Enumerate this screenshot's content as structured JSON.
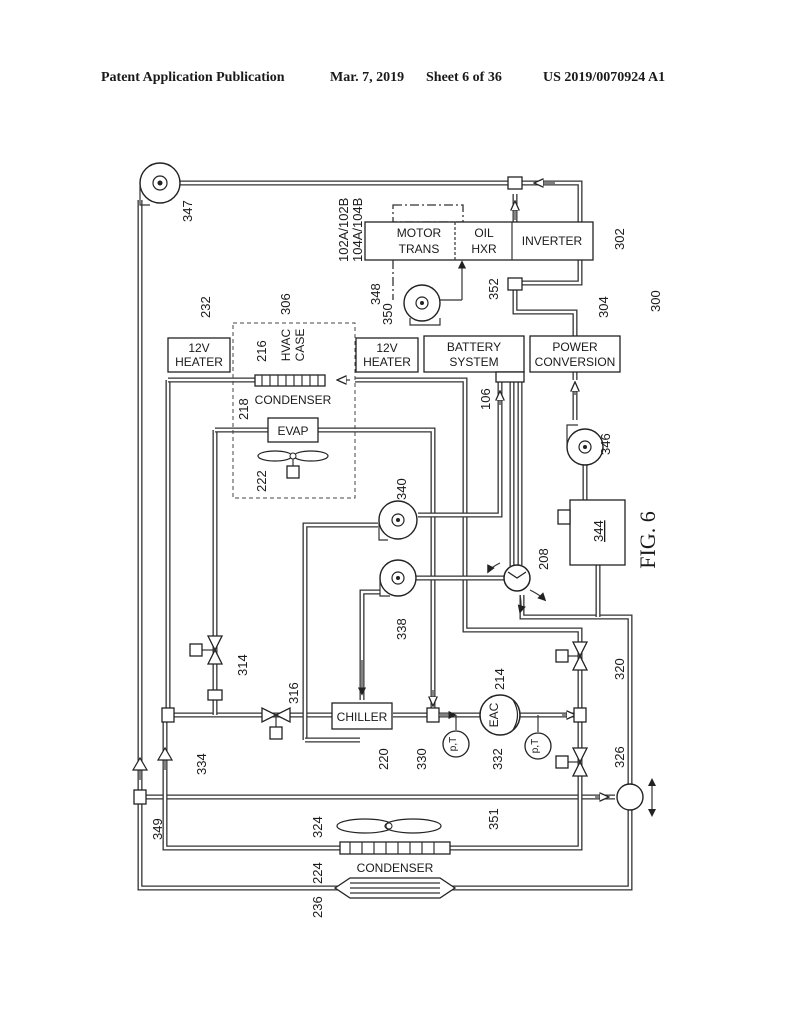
{
  "header": {
    "publication": "Patent Application Publication",
    "date": "Mar. 7, 2019",
    "sheet": "Sheet 6 of 36",
    "number": "US 2019/0070924 A1"
  },
  "figure": {
    "label": "FIG. 6"
  },
  "components": {
    "motor_trans": [
      "MOTOR",
      "TRANS"
    ],
    "oil_hxr": [
      "OIL",
      "HXR"
    ],
    "inverter": "INVERTER",
    "heater_left": [
      "12V",
      "HEATER"
    ],
    "heater_right": [
      "12V",
      "HEATER"
    ],
    "hvac_case": [
      "HVAC",
      "CASE"
    ],
    "battery_system": [
      "BATTERY",
      "SYSTEM"
    ],
    "power_conversion": [
      "POWER",
      "CONVERSION"
    ],
    "condenser_top": "CONDENSER",
    "evap": "EVAP",
    "chiller": "CHILLER",
    "eac": "EAC",
    "condenser_bottom": "CONDENSER",
    "sensor_pt": "p,T"
  },
  "refs": {
    "r300": "300",
    "r302": "302",
    "r304": "304",
    "r306": "306",
    "r347": "347",
    "r348": "348",
    "r350": "350",
    "r352": "352",
    "r102": "102A/102B",
    "r104": "104A/104B",
    "r232": "232",
    "r216": "216",
    "r218": "218",
    "r222": "222",
    "r106": "106",
    "r346": "346",
    "r344": "344",
    "r340": "340",
    "r338": "338",
    "r208": "208",
    "r214": "214",
    "r314": "314",
    "r316": "316",
    "r320": "320",
    "r326": "326",
    "r334": "334",
    "r220": "220",
    "r330": "330",
    "r332": "332",
    "r349": "349",
    "r351": "351",
    "r324": "324",
    "r224": "224",
    "r236": "236"
  }
}
